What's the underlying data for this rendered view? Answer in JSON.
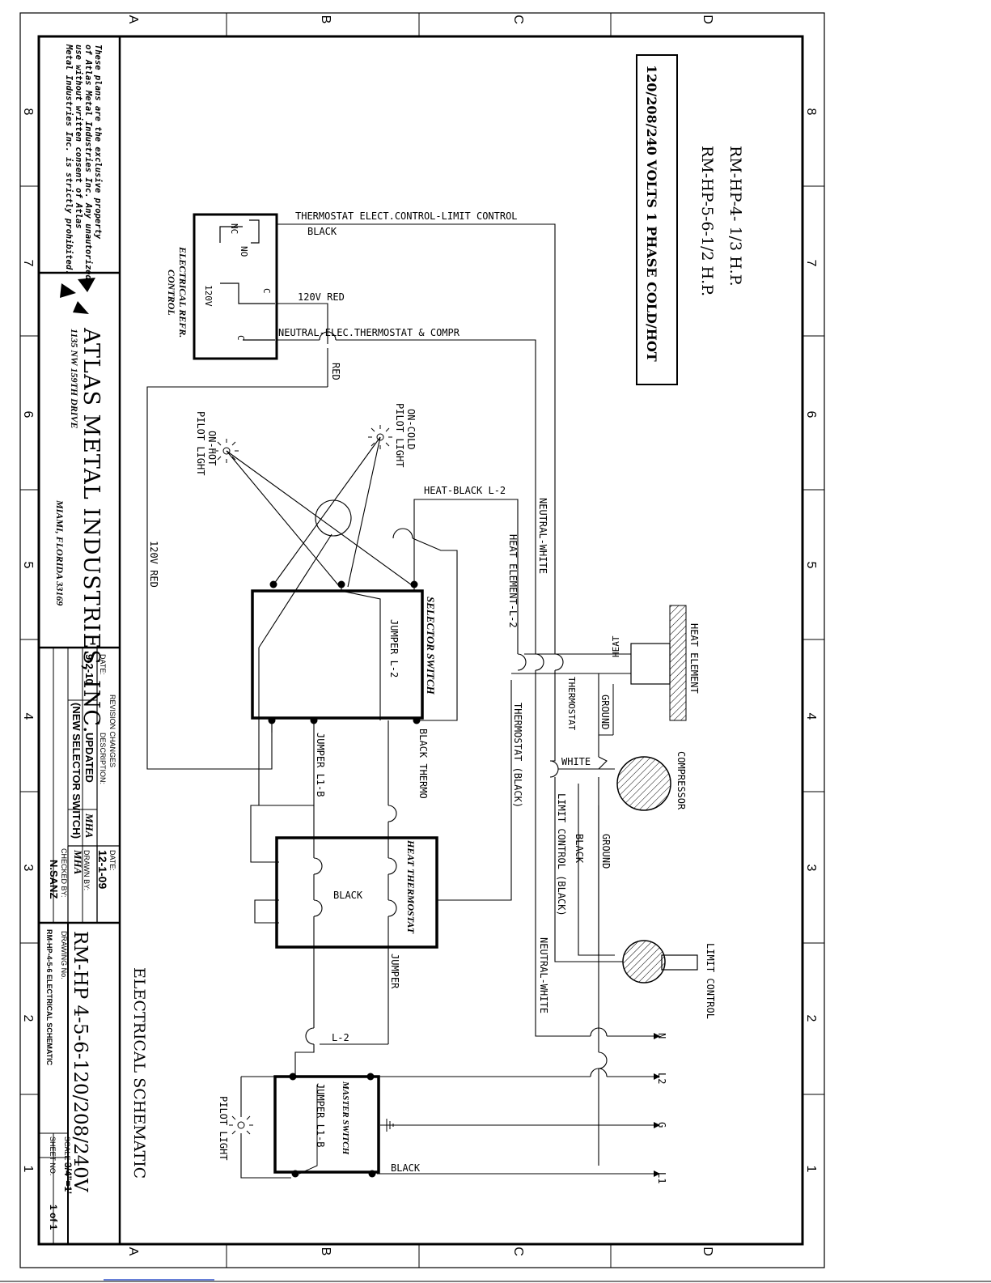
{
  "zones": {
    "letters": [
      "A",
      "B",
      "C",
      "D"
    ],
    "numbers": [
      "8",
      "7",
      "6",
      "5",
      "4",
      "3",
      "2",
      "1"
    ]
  },
  "header": {
    "model_line_1": "RM-HP-4- 1/3 H.P.",
    "model_line_2": "RM-HP-5-6-1/2 H.P.",
    "voltage_box": "120/208/240 VOLTS 1 PHASE COLD/HOT"
  },
  "title_block": {
    "notice": [
      "These plans are the exclusive property",
      "of Atlas Metal Industries Inc. Any unautorized",
      "use without written consent of Atlas",
      "Metal Industries Inc. is strictly prohibited."
    ],
    "company": "ATLAS METAL INDUSTRIES, INC.",
    "address_street": "1135 NW 159TH DRIVE",
    "address_city": "MIAMI, FLORIDA 33169",
    "rev_label": "REVISION CHANGES",
    "rev_date_label": "DATE:",
    "rev_desc_label": "DESCRIPTION:",
    "rev_date": "9-2-10",
    "rev_desc_1": "UPDATED",
    "rev_desc_2": "(NEW SELECTOR SWITCH)",
    "rev_by": "MHA",
    "date_label": "DATE:",
    "date": "12-1-09",
    "drawn_label": "DRAWN BY:",
    "drawn_by": "MHA",
    "checked_label": "CHECKED BY:",
    "checked_by": "N.SANZ",
    "drawing_title": "RM-HP 4-5-6-120/208/240V",
    "drawing_no_label": "DRAWING No.",
    "drawing_no": "RM-HP-4-5-6 ELECTRICAL SCHEMATIC",
    "scale_label": "SCALE",
    "scale": "3/4\"=1'",
    "sheet_label": "SHEET NO.",
    "sheet": "1 of 1"
  },
  "diagram_title": "ELECTRICAL SCHEMATIC",
  "components": {
    "refr_control_1": "ELECTRICAL REFR.",
    "refr_control_2": "CONTROL",
    "nc": "NC",
    "no": "NO",
    "c1": "C",
    "c2": "C",
    "v120": "120V",
    "selector_switch": "SELECTOR SWITCH",
    "heat_thermostat": "HEAT THERMOSTAT",
    "master_switch": "MASTER SWITCH",
    "heat_element": "HEAT ELEMENT",
    "heat": "HEAT",
    "thermostat": "THERMOSTAT",
    "compressor": "COMPRESSOR",
    "limit_control": "LIMIT CONTROL",
    "pilot_cold_1": "ON-COLD",
    "pilot_cold_2": "PILOT LIGHT",
    "pilot_hot_1": "ON-HOT",
    "pilot_hot_2": "PILOT LIGHT",
    "pilot_light": "PILOT LIGHT"
  },
  "wires": {
    "therm_elec": "THERMOSTAT ELECT.CONTROL-LIMIT CONTROL",
    "black_top": "BLACK",
    "red_120v": "120V RED",
    "neutral_elec": "NEUTRAL-ELEC.THERMOSTAT & COMPR",
    "red": "RED",
    "heat_black_l2": "HEAT-BLACK L-2",
    "neutral_white_1": "NEUTRAL-WHITE",
    "heat_element_l2": "HEAT ELEMENT-L-2",
    "red_120v_long": "120V RED",
    "jumper_l2": "JUMPER L-2",
    "thermostat_black": "THERMOSTAT (BLACK)",
    "ground_1": "GROUND",
    "white": "WHITE",
    "limit_control_black": "LIMIT CONTROL (BLACK)",
    "black_mid": "BLACK",
    "ground_2": "GROUND",
    "black_thermo": "BLACK THERMO",
    "jumper_l1b": "JUMPER L1-B",
    "black_heat": "BLACK",
    "jumper": "JUMPER",
    "neutral_white_2": "NEUTRAL-WHITE",
    "l2_short": "L-2",
    "jumper_l1b_master": "JUMPER L1-B",
    "black_bottom": "BLACK"
  },
  "terminals": {
    "n": "N",
    "l2": "L2",
    "g": "G",
    "l1": "L1"
  }
}
